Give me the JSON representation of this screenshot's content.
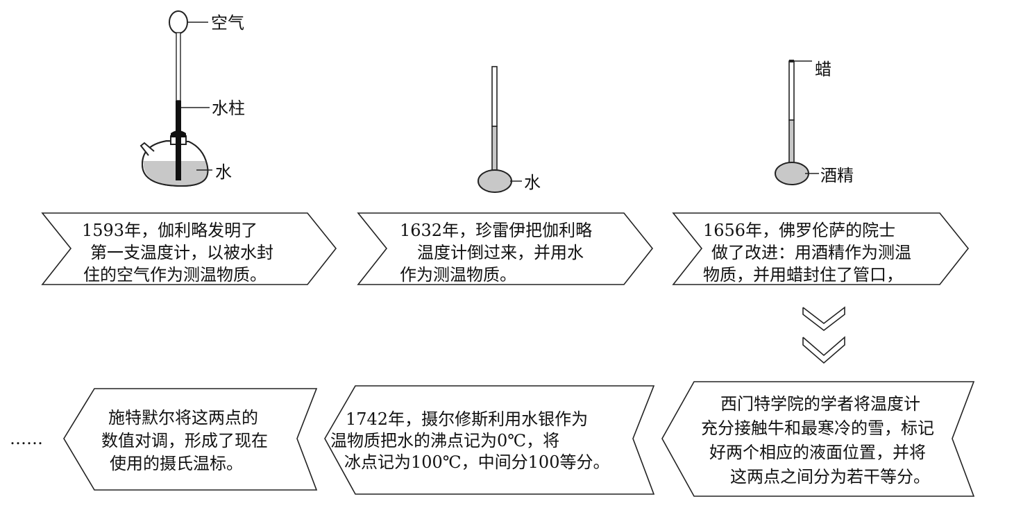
{
  "apparatus": {
    "galileo": {
      "air_label": "空气",
      "column_label": "水柱",
      "water_label": "水"
    },
    "rey": {
      "water_label": "水"
    },
    "academy": {
      "wax_label": "蜡",
      "alcohol_label": "酒精"
    }
  },
  "steps": [
    {
      "lines": [
        "1593年，伽利略发明了",
        "第一支温度计，以被水封",
        "住的空气作为测温物质。"
      ]
    },
    {
      "lines": [
        "1632年，珍雷伊把伽利略",
        "温度计倒过来，并用水",
        "作为测温物质。"
      ]
    },
    {
      "lines": [
        "1656年，佛罗伦萨的院士",
        "做了改进：用酒精作为测温",
        "物质，并用蜡封住了管口，"
      ]
    },
    {
      "lines": [
        "西门特学院的学者将温度计",
        "充分接触牛和最寒冷的雪，标记",
        "好两个相应的液面位置，并将",
        "这两点之间分为若干等分。"
      ]
    },
    {
      "lines": [
        "1742年，摄尔修斯利用水银作为",
        "温物质把水的沸点记为0℃，将",
        "冰点记为100℃，中间分100等分。"
      ]
    },
    {
      "lines": [
        "施特默尔将这两点的",
        "数值对调，形成了现在",
        "使用的摄氏温标。"
      ]
    }
  ],
  "ellipsis": "……",
  "colors": {
    "liquid": "#c8c8c8",
    "stroke": "#222222",
    "column": "#111111"
  }
}
